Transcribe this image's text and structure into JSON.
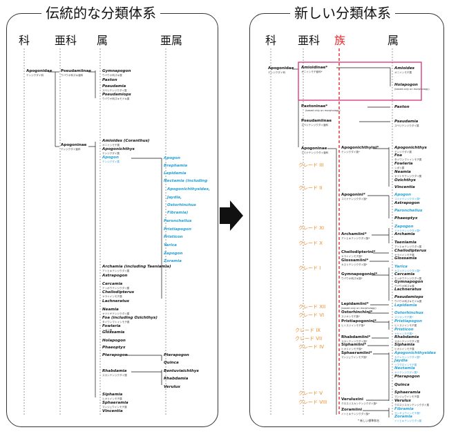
{
  "left_panel": {
    "title": "伝統的な分類体系",
    "ranks": {
      "family": "科",
      "subfamily": "亜科",
      "genus": "属",
      "subgenus": "亜属"
    },
    "family": {
      "name": "Apogonidae",
      "jp": "テンジクダイ科"
    },
    "subfamilies": [
      {
        "name": "Pseudamiinae",
        "jp": "ウバウオ科ズキ亜科"
      },
      {
        "name": "Apogoninae",
        "jp": "テンジクダイ亜科"
      }
    ],
    "genera": [
      {
        "name": "Gymnapogon",
        "jp": "ウバウオ科ズキ属"
      },
      {
        "name": "Paxton",
        "jp": ""
      },
      {
        "name": "Pseudamia",
        "jp": "スベリテンジクダイ属"
      },
      {
        "name": "Pseudamiops",
        "jp": "ウバウオ科ズキモドキ属"
      },
      {
        "name": "Amioides (Coranthus)",
        "jp": "オニイシモチ属"
      },
      {
        "name": "Apogonichthys",
        "jp": "テンジクダイ属"
      },
      {
        "name": "Apogon",
        "jp": "テンジクダイ属"
      },
      {
        "name": "Archamia (including Taeniamia)",
        "jp": "アトヒキテンジクダイ属"
      },
      {
        "name": "Astrapogon",
        "jp": ""
      },
      {
        "name": "Cercamia",
        "jp": "テッポウテンジクダイ属"
      },
      {
        "name": "Cheilodipterus",
        "jp": "ヤライイシモチ属"
      },
      {
        "name": "Lachneratus",
        "jp": ""
      },
      {
        "name": "Neamia",
        "jp": "ヤツトゲテンジクダイ属"
      },
      {
        "name": "Foa (including Ozichthys)",
        "jp": "タイワンマトイシモチ属"
      },
      {
        "name": "Fowleria",
        "jp": "シボリ属"
      },
      {
        "name": "Glossamia",
        "jp": ""
      },
      {
        "name": "Holapogon",
        "jp": ""
      },
      {
        "name": "Phaeoptyx",
        "jp": ""
      },
      {
        "name": "Pterapogon",
        "jp": ""
      },
      {
        "name": "Rhabdamia",
        "jp": "スカシテンジクダイ属"
      },
      {
        "name": "Siphamia",
        "jp": "ヒカリイシモチ属"
      },
      {
        "name": "Sphaeramia",
        "jp": "マンジュウイシモチ属"
      },
      {
        "name": "Vincentia",
        "jp": ""
      }
    ],
    "subgenera": [
      "Apogon",
      "Brephamia",
      "Lepidamia",
      "Nectamia (including",
      "Apogonichthysides,",
      "Jaydia,",
      "Ostorhinchus",
      "Fibramia)",
      "Paroncheilus",
      "Pristiapogon",
      "Pristicon",
      "Yarica",
      "Zapogon",
      "Zoramia",
      "Pterapogon",
      "Quinca",
      "Bentuviaichthys",
      "Rhabdamia",
      "Verulux"
    ]
  },
  "right_panel": {
    "title": "新しい分類体系",
    "ranks": {
      "family": "科",
      "subfamily": "亜科",
      "tribe": "族",
      "genus": "属"
    },
    "family": {
      "name": "Apogonidae",
      "jp": "テンジクダイ科"
    },
    "subfamilies": [
      {
        "name": "Amioidinae*",
        "jp": "オニイシモチ亜科*"
      },
      {
        "name": "Paxtoninae*",
        "jp": "(based only on morphology)"
      },
      {
        "name": "Pseudamiinae",
        "jp": "スベリテンジクダイ亜科"
      },
      {
        "name": "Apogoninae",
        "jp": "コミナテンジクダイ亜科"
      }
    ],
    "tribes": [
      {
        "name": "Apogonichthyini*",
        "jp": "テンジクダイ族*"
      },
      {
        "name": "Apogonini*",
        "jp": "コミナテンジクダイ族*"
      },
      {
        "name": "Archamiini*",
        "jp": "アトヒキテンジクダイ族*"
      },
      {
        "name": "Cheilodipterini*",
        "jp": "ヤライイシモチ族*"
      },
      {
        "name": "Glossamiini*",
        "jp": "カスリテンジクダイ族*"
      },
      {
        "name": "Gymnapogonini*",
        "jp": "ウバウオ科ズキ族*"
      },
      {
        "name": "Lepidamiini*",
        "jp": "(based only on morphology)"
      },
      {
        "name": "Ostorhinchini*",
        "jp": "スジオシモチ族*"
      },
      {
        "name": "Pristiapogonini*",
        "jp": "ヒトスジイシモチ族*"
      },
      {
        "name": "Rhabdamiini*",
        "jp": "スカシテンジクダイ族*"
      },
      {
        "name": "Siphamiini*",
        "jp": "ヒカリイシモチ族*"
      },
      {
        "name": "Sphaeramiini*",
        "jp": "マンジュウイシモチ族*"
      },
      {
        "name": "Veruluxini",
        "jp": "クロスジスカシテンジクダイ族*"
      },
      {
        "name": "Zoramiini",
        "jp": "イトヒキテンジクダイ族*"
      }
    ],
    "grades": [
      "クレード III",
      "クレード II",
      "クレード XI",
      "クレード X",
      "クレード I",
      "クレード XII",
      "クレード VI",
      "クレード IX",
      "クレード VII",
      "クレード IV",
      "クレード V",
      "クレード VIII"
    ],
    "genera": [
      {
        "name": "Amioides",
        "jp": "オニイシモチ属"
      },
      {
        "name": "Holapogon",
        "jp": "(based only on morphology)"
      },
      {
        "name": "Paxton",
        "jp": ""
      },
      {
        "name": "Pseudamia",
        "jp": "スベリテンジクダイ属"
      },
      {
        "name": "Apogonichthys",
        "jp": "テンジクダイ属"
      },
      {
        "name": "Foa",
        "jp": "タイワンマトイシモチ属"
      },
      {
        "name": "Fowleria",
        "jp": "シボリ属"
      },
      {
        "name": "Neamia",
        "jp": "ヤツトゲテンジクダイ属"
      },
      {
        "name": "Ozichthys",
        "jp": ""
      },
      {
        "name": "Vincentia",
        "jp": ""
      },
      {
        "name": "Apogon",
        "jp": "コミナテンジクダイ属*"
      },
      {
        "name": "Astrapogon",
        "jp": ""
      },
      {
        "name": "Paroncheilus",
        "jp": ""
      },
      {
        "name": "Phaeoptyx",
        "jp": ""
      },
      {
        "name": "Zapogon",
        "jp": "ミナミテンジクダイ属*"
      },
      {
        "name": "Archamia",
        "jp": ""
      },
      {
        "name": "Taeniamia",
        "jp": "アトヒキテンジクダイ属"
      },
      {
        "name": "Cheilodipterus",
        "jp": "ヤライイシモチ属"
      },
      {
        "name": "Glossamia",
        "jp": ""
      },
      {
        "name": "Yarica",
        "jp": "カスリテンジクダイ属*"
      },
      {
        "name": "Cercamia",
        "jp": "テッポウテンジクダイ属"
      },
      {
        "name": "Gymnapogon",
        "jp": "ウバウオ科ズキ属"
      },
      {
        "name": "Lachneratus",
        "jp": ""
      },
      {
        "name": "Pseudamiops",
        "jp": "ウバウオ科ズキモドキ属"
      },
      {
        "name": "Lepidamia",
        "jp": ""
      },
      {
        "name": "Ostorhinchus",
        "jp": "スジオシモチ属*"
      },
      {
        "name": "Pristiapogon",
        "jp": "ヒトスジイシモチ属"
      },
      {
        "name": "Pristicon",
        "jp": "ヤセイシモチ属*"
      },
      {
        "name": "Rhabdamia",
        "jp": "スカシテンジクダイ属"
      },
      {
        "name": "Siphamia",
        "jp": "ヒカリイシモチ属"
      },
      {
        "name": "Apogonichthysides",
        "jp": "カクレテンジクダイ属*"
      },
      {
        "name": "Jaydia",
        "jp": "ツマグロイシモチ属"
      },
      {
        "name": "Nectamia",
        "jp": "ヤミテンジクダイ属*"
      },
      {
        "name": "Pterapogon",
        "jp": ""
      },
      {
        "name": "Quinca",
        "jp": ""
      },
      {
        "name": "Sphaeramia",
        "jp": "マンジュウイシモチ属"
      },
      {
        "name": "Verulux",
        "jp": "クロスジスカシテンジクダイ属"
      },
      {
        "name": "Fibramia",
        "jp": "サンギョウイシモチ属*"
      },
      {
        "name": "Zoramia",
        "jp": "イトヒキテンジクダイ属"
      }
    ],
    "footnote": "* 新しい標準和名"
  },
  "colors": {
    "tribe_red": "#e8262a",
    "grade_orange": "#f08a1e",
    "new_blue": "#22a0d8",
    "box_magenta": "#d8307a"
  }
}
